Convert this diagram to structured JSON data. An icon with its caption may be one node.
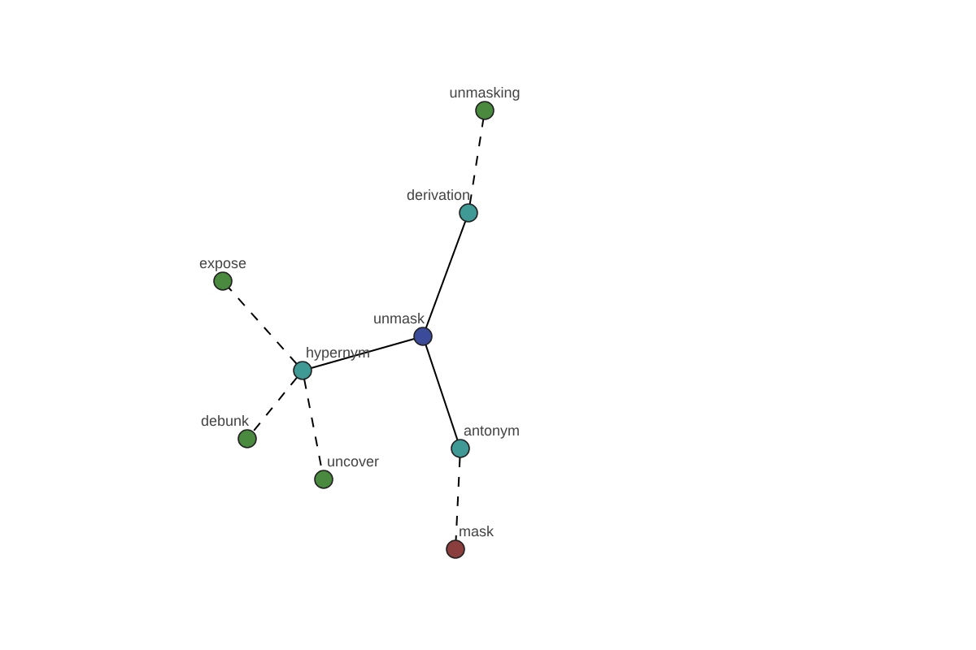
{
  "diagram": {
    "nodes": [
      {
        "text": [
          "unmasking"
        ]
      },
      {
        "text": [
          "derivation"
        ]
      },
      {
        "text": [
          "expose"
        ]
      },
      {
        "text": [
          "unmask"
        ]
      },
      {
        "text": [
          "hypernym"
        ]
      },
      {
        "text": [
          "debunk"
        ]
      },
      {
        "text": [
          "antonym"
        ]
      },
      {
        "text": [
          "uncover"
        ]
      },
      {
        "text": [
          "mask"
        ]
      }
    ],
    "edges": [
      {
        "from": 3,
        "to": 1,
        "arrow": "none"
      },
      {
        "from": 1,
        "to": 0,
        "arrow": "none",
        "style": "dashed"
      },
      {
        "from": 3,
        "to": 4,
        "arrow": "none"
      },
      {
        "from": 4,
        "to": 2,
        "arrow": "none",
        "style": "dashed"
      },
      {
        "from": 4,
        "to": 5,
        "arrow": "none",
        "style": "dashed"
      },
      {
        "from": 4,
        "to": 7,
        "arrow": "none",
        "style": "dashed"
      },
      {
        "from": 3,
        "to": 6,
        "arrow": "none"
      },
      {
        "from": 6,
        "to": 8,
        "arrow": "none",
        "style": "dashed"
      }
    ]
  }
}
